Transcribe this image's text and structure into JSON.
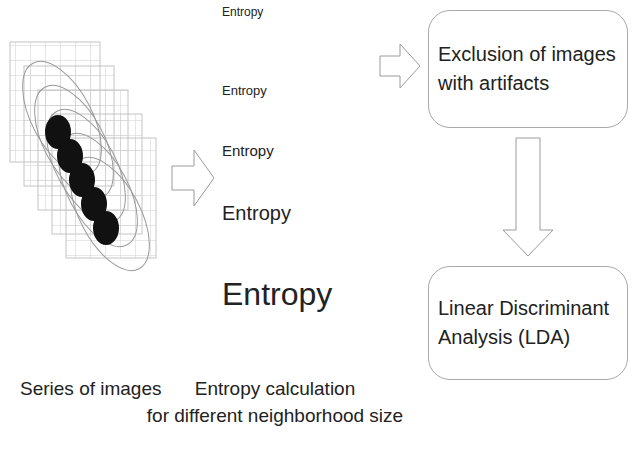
{
  "diagram": {
    "nodes": [
      {
        "text": [
          "Exclusion of images with artifacts"
        ]
      },
      {
        "text": [
          "Linear Discriminant Analysis (LDA)"
        ]
      }
    ],
    "edges": [
      {
        "from": 0,
        "to": 1,
        "arrow": "to"
      }
    ],
    "labels": [
      "Entropy",
      "Entropy",
      "Entropy",
      "Entropy",
      "Entropy",
      "Series of images",
      "Entropy calculation",
      "for different neighborhood size"
    ]
  }
}
